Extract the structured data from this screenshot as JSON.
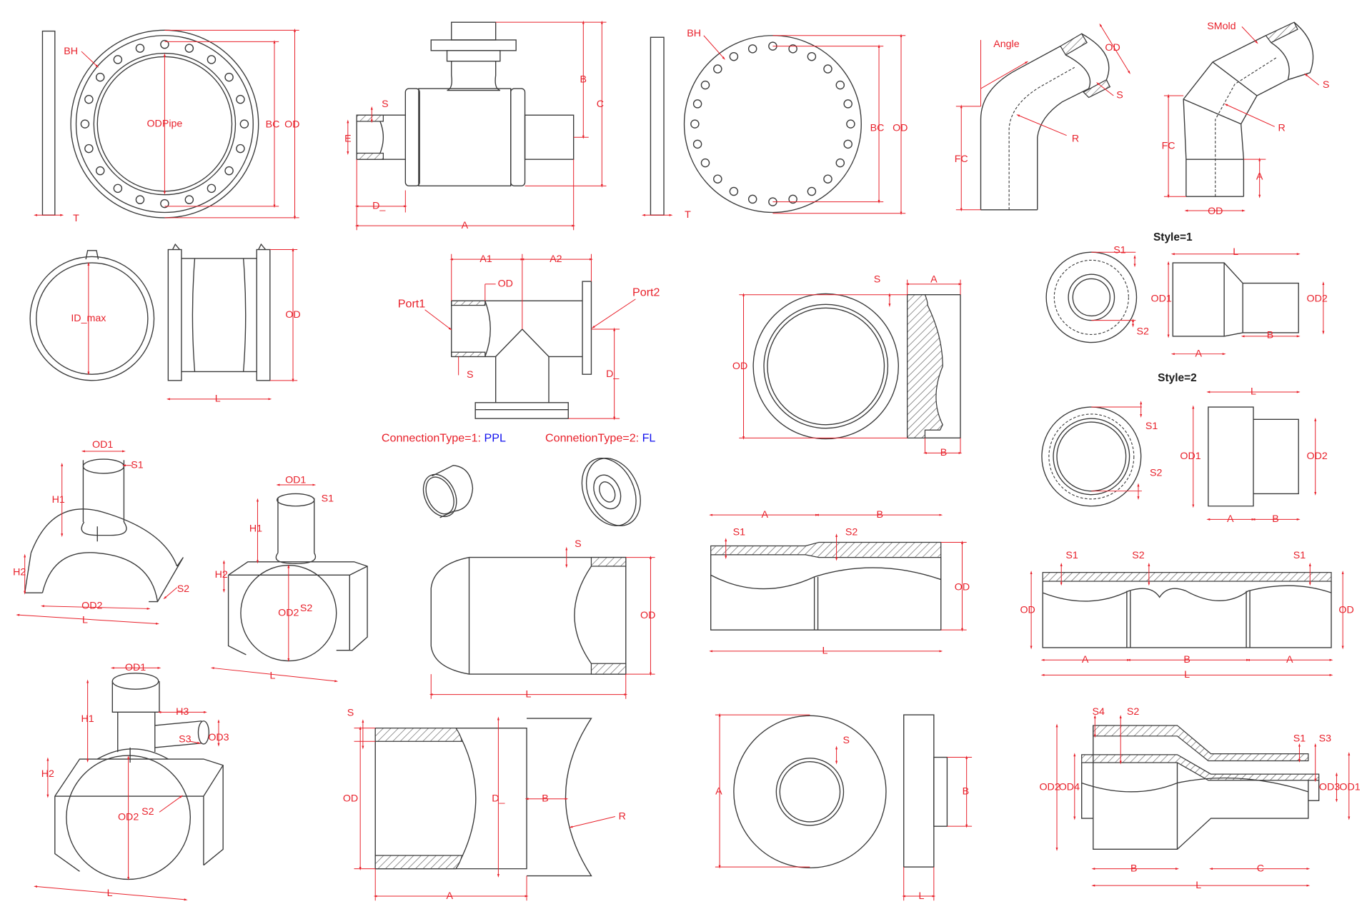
{
  "colors": {
    "dimension": "#e8202a",
    "value": "#1010ee",
    "outline": "#3a3a3a"
  },
  "flange": [
    "BH",
    "ODPipe",
    "BC",
    "OD",
    "T"
  ],
  "valve": [
    "S",
    "E",
    "B",
    "C",
    "D_",
    "A"
  ],
  "blind_flange": [
    "BH",
    "BC",
    "OD",
    "T"
  ],
  "bend": [
    "Angle",
    "OD",
    "S",
    "R",
    "FC"
  ],
  "segmented_bend": [
    "SMold",
    "S",
    "R",
    "FC",
    "A",
    "OD"
  ],
  "stub_end": [
    "ID_max",
    "OD",
    "L"
  ],
  "tee": [
    "A1",
    "A2",
    "OD",
    "Port1",
    "Port2",
    "S",
    "D_"
  ],
  "connection_types": [
    {
      "label": "ConnectionType=1: ",
      "value": "PPL"
    },
    {
      "label": "ConnetionType=2: ",
      "value": "FL"
    }
  ],
  "cap": [
    "S",
    "A",
    "OD",
    "B"
  ],
  "reducer_style1": {
    "title": "Style=1",
    "labels": [
      "S1",
      "L",
      "OD1",
      "OD2",
      "S2",
      "A",
      "B"
    ]
  },
  "reducer_style2": {
    "title": "Style=2",
    "labels": [
      "L",
      "S1",
      "OD1",
      "OD2",
      "S2",
      "A",
      "B"
    ]
  },
  "saddle": [
    "OD1",
    "S1",
    "H1",
    "H2",
    "S2",
    "OD2",
    "L"
  ],
  "tapping_saddle": [
    "OD1",
    "S1",
    "H1",
    "H2",
    "OD2",
    "S2",
    "L"
  ],
  "spigot": [
    "S",
    "OD",
    "L"
  ],
  "pipe_two_segment": [
    "A",
    "B",
    "S1",
    "S2",
    "OD",
    "L"
  ],
  "pipe_three_segment": [
    "S1",
    "S2",
    "S1",
    "OD",
    "OD",
    "A",
    "B",
    "A",
    "L"
  ],
  "tapping_tee": [
    "OD1",
    "H1",
    "H3",
    "S3",
    "OD3",
    "H2",
    "OD2",
    "S2",
    "L"
  ],
  "bushing": [
    "S",
    "OD",
    "D_",
    "B",
    "R",
    "A"
  ],
  "flange_ring": [
    "S",
    "A",
    "B",
    "L"
  ],
  "reducer_socket": [
    "S4",
    "S2",
    "S1",
    "S3",
    "OD2",
    "OD4",
    "OD3",
    "OD1",
    "B",
    "C",
    "L"
  ]
}
